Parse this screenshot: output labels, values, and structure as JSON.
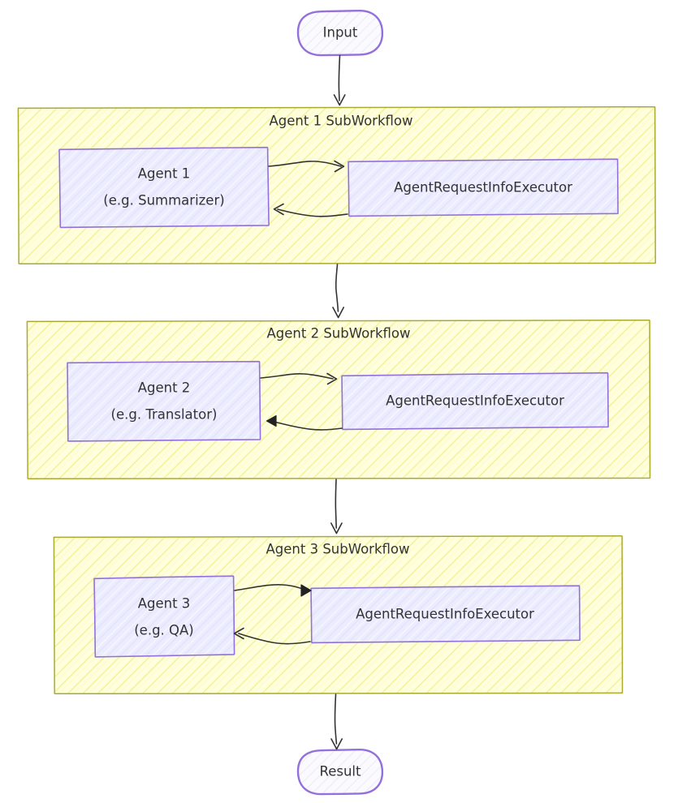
{
  "diagram": {
    "type": "flowchart",
    "direction": "top-to-bottom",
    "style": "hand-drawn",
    "colors": {
      "subgraph_fill": "#ffffde",
      "subgraph_stroke": "#aaaa33",
      "node_fill": "#ececff",
      "node_stroke": "#9370db",
      "terminator_stroke": "#9370db",
      "terminator_fill": "#f4f4fc",
      "edge_stroke": "#333333",
      "text": "#333333"
    }
  },
  "nodes": {
    "input": {
      "label": "Input",
      "shape": "stadium"
    },
    "result": {
      "label": "Result",
      "shape": "stadium"
    },
    "agent1": {
      "line1": "Agent 1",
      "line2": "(e.g. Summarizer)",
      "shape": "rect"
    },
    "agent2": {
      "line1": "Agent 2",
      "line2": "(e.g. Translator)",
      "shape": "rect"
    },
    "agent3": {
      "line1": "Agent 3",
      "line2": "(e.g. QA)",
      "shape": "rect"
    },
    "executor1": {
      "label": "AgentRequestInfoExecutor",
      "shape": "rect"
    },
    "executor2": {
      "label": "AgentRequestInfoExecutor",
      "shape": "rect"
    },
    "executor3": {
      "label": "AgentRequestInfoExecutor",
      "shape": "rect"
    }
  },
  "subgraphs": [
    {
      "id": "sg1",
      "title": "Agent 1 SubWorkflow"
    },
    {
      "id": "sg2",
      "title": "Agent 2 SubWorkflow"
    },
    {
      "id": "sg3",
      "title": "Agent 3 SubWorkflow"
    }
  ],
  "edges": [
    {
      "from": "input",
      "to": "sg1",
      "label": ""
    },
    {
      "from": "agent1",
      "to": "executor1",
      "label": ""
    },
    {
      "from": "executor1",
      "to": "agent1",
      "label": ""
    },
    {
      "from": "sg1",
      "to": "sg2",
      "label": ""
    },
    {
      "from": "agent2",
      "to": "executor2",
      "label": ""
    },
    {
      "from": "executor2",
      "to": "agent2",
      "label": ""
    },
    {
      "from": "sg2",
      "to": "sg3",
      "label": ""
    },
    {
      "from": "agent3",
      "to": "executor3",
      "label": ""
    },
    {
      "from": "executor3",
      "to": "agent3",
      "label": ""
    },
    {
      "from": "sg3",
      "to": "result",
      "label": ""
    }
  ]
}
